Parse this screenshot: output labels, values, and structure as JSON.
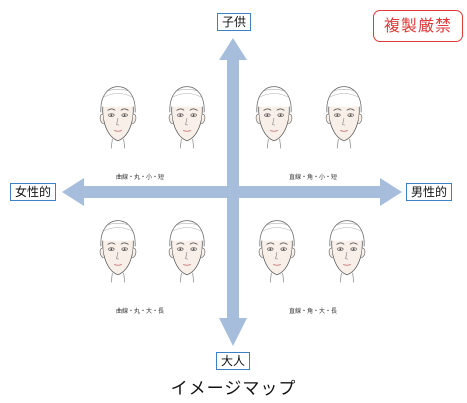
{
  "axes": {
    "top": "子供",
    "bottom": "大人",
    "left": "女性的",
    "right": "男性的"
  },
  "stamp": "複製厳禁",
  "quadrants": {
    "top_left": "曲線・丸・小・短",
    "top_right": "直線・角・小・短",
    "bottom_left": "曲線・丸・大・長",
    "bottom_right": "直線・角・大・長"
  },
  "title": "イメージマップ",
  "colors": {
    "arrow": "#a6bddc",
    "label_border": "#3b82c4",
    "stamp": "#e03a3a"
  }
}
